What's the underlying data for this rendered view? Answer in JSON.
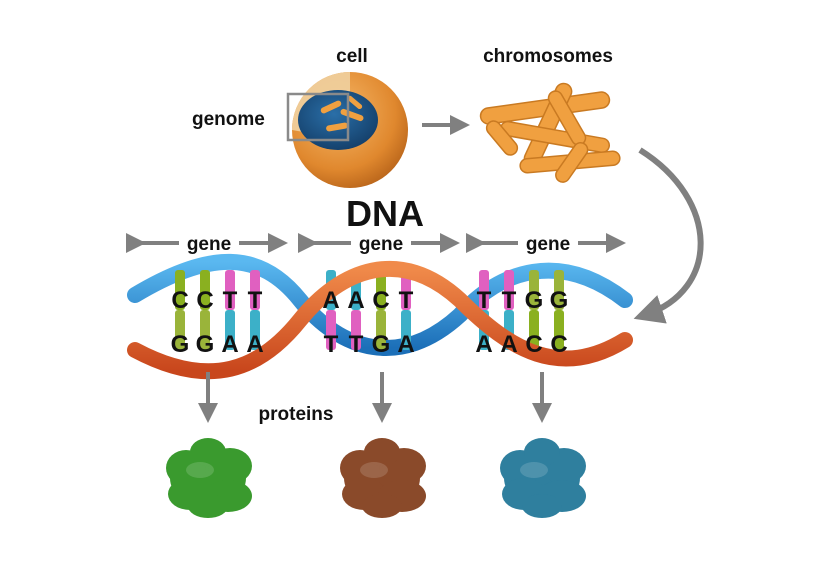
{
  "labels": {
    "cell": "cell",
    "genome": "genome",
    "chromosomes": "chromosomes",
    "dna": "DNA",
    "proteins": "proteins"
  },
  "genes": [
    {
      "label": "gene",
      "top": "CCTT",
      "bottom": "GGAA",
      "protein_color": "#3a9a2e"
    },
    {
      "label": "gene",
      "top": "AACT",
      "bottom": "TTGA",
      "protein_color": "#8a4a2a"
    },
    {
      "label": "gene",
      "top": "TTGG",
      "bottom": "AACC",
      "protein_color": "#2f7f9e"
    }
  ],
  "colors": {
    "arrow": "#808080",
    "cell_orange": "#e8963a",
    "nucleus_blue": "#1e5a8c",
    "chromosome_orange": "#f0a040",
    "strand_blue": "#2a8fd8",
    "strand_orange": "#e2602a"
  }
}
